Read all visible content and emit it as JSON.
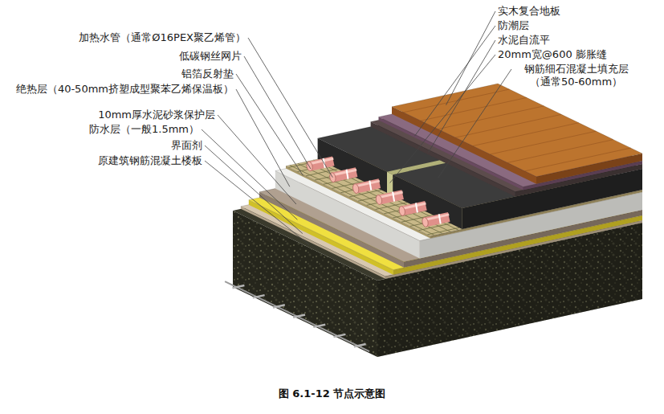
{
  "diagram": {
    "caption": "图 6.1-12 节点示意图",
    "labels": [
      "加热水管（通常Ø16PEX聚乙烯管）",
      "低碳钢丝网片",
      "铝箔反射垫",
      "绝热层（40-50mm挤塑成型聚苯乙烯保温板）",
      "10mm厚水泥砂浆保护层",
      "防水层（一般1.5mm）",
      "界面剂",
      "原建筑钢筋混凝土楼板",
      "实木复合地板",
      "防潮层",
      "水泥自流平",
      "20mm宽@600 膨胀缝",
      "钢筋细石混凝土填充层 （通常50-60mm）"
    ]
  }
}
